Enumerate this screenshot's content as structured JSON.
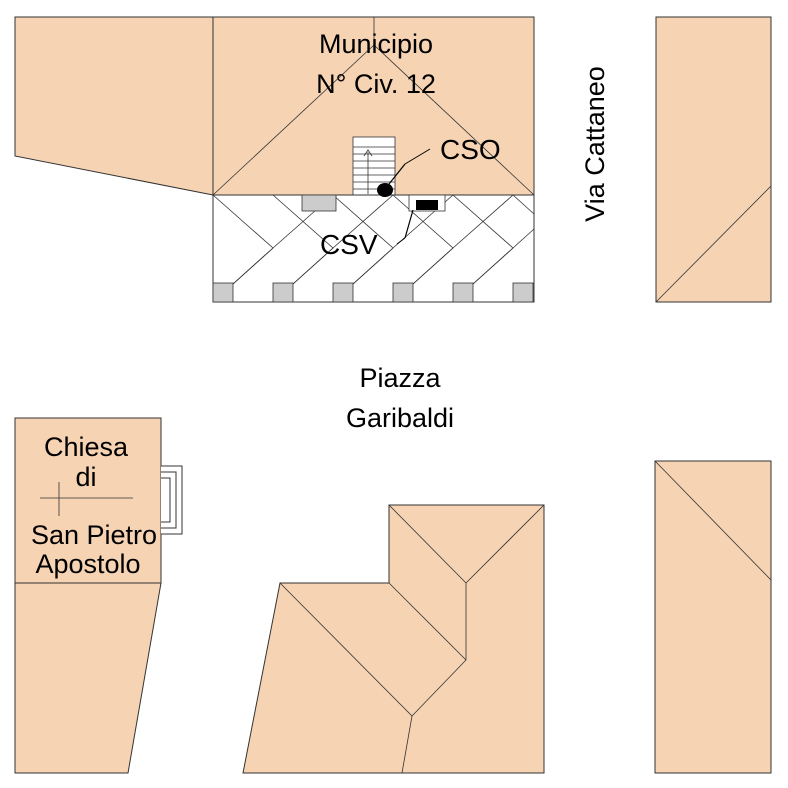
{
  "labels": {
    "municipio_line1": "Municipio",
    "municipio_line2": "N° Civ. 12",
    "cso": "CSO",
    "csv": "CSV",
    "via_cattaneo": "Via Cattaneo",
    "piazza_line1": "Piazza",
    "piazza_line2": "Garibaldi",
    "chiesa_line1": "Chiesa",
    "chiesa_line2": "di",
    "chiesa_line3": "San Pietro",
    "chiesa_line4": "Apostolo"
  },
  "colors": {
    "building_fill": "#f5d3b3",
    "outline": "#333333",
    "pillar_fill": "#cccccc",
    "marker": "#000000"
  }
}
